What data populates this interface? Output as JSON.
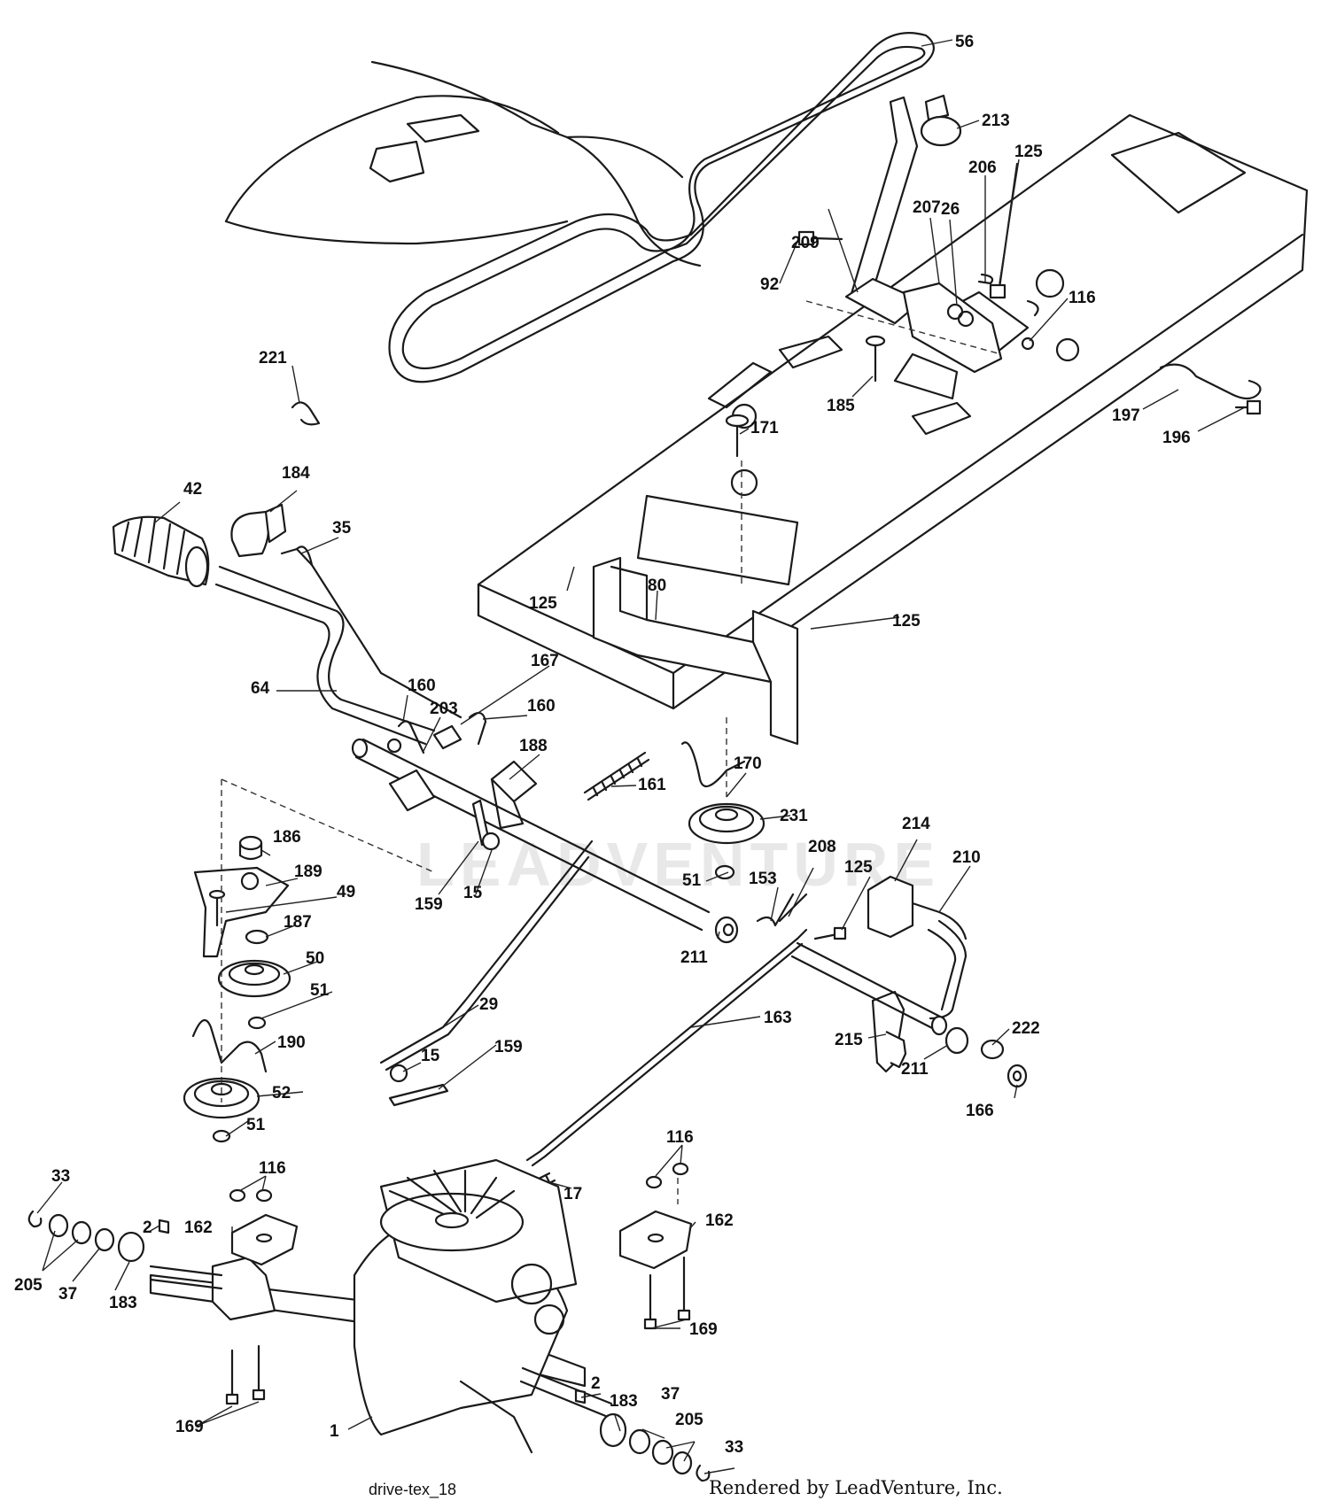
{
  "diagram_id": "drive-tex_18",
  "credit": "Rendered by LeadVenture, Inc.",
  "watermark": "LEADVENTURE",
  "callouts": [
    "56",
    "213",
    "125",
    "206",
    "207",
    "26",
    "209",
    "92",
    "116",
    "185",
    "171",
    "197",
    "196",
    "221",
    "184",
    "42",
    "35",
    "125",
    "80",
    "125",
    "64",
    "160",
    "203",
    "167",
    "160",
    "188",
    "161",
    "170",
    "186",
    "231",
    "189",
    "49",
    "208",
    "214",
    "210",
    "159",
    "15",
    "51",
    "153",
    "125",
    "187",
    "211",
    "50",
    "51",
    "29",
    "163",
    "190",
    "215",
    "222",
    "211",
    "15",
    "159",
    "52",
    "166",
    "51",
    "116",
    "33",
    "116",
    "17",
    "162",
    "2",
    "162",
    "205",
    "37",
    "183",
    "169",
    "169",
    "2",
    "37",
    "183",
    "205",
    "33",
    "1"
  ]
}
